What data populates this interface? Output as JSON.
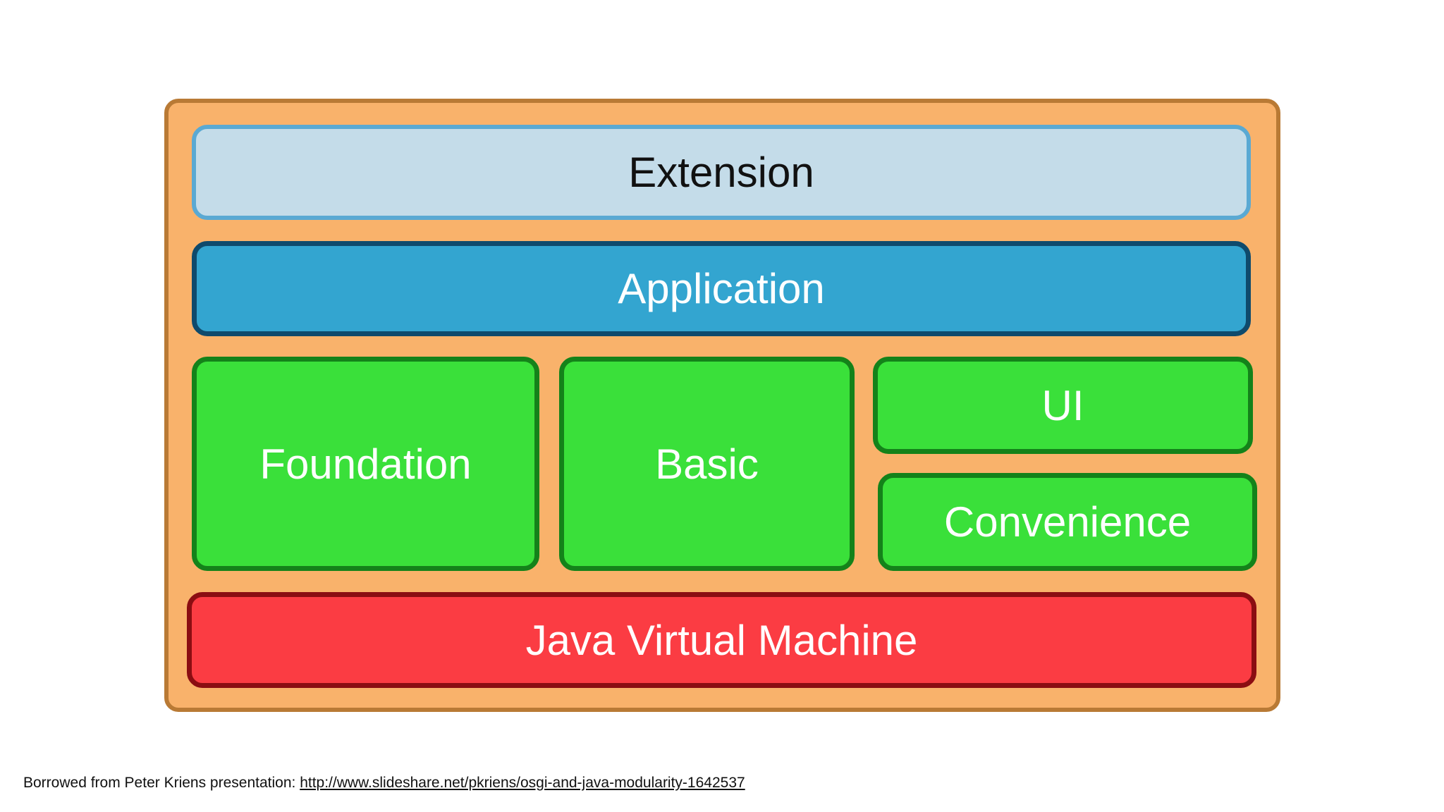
{
  "diagram": {
    "layers": {
      "extension": "Extension",
      "application": "Application",
      "foundation": "Foundation",
      "basic": "Basic",
      "ui": "UI",
      "convenience": "Convenience",
      "jvm": "Java Virtual Machine"
    },
    "colors": {
      "outer_fill": "#f9b26b",
      "outer_border": "#b97a35",
      "extension_fill": "#c4dce9",
      "extension_border": "#5aa9d3",
      "application_fill": "#33a5d0",
      "application_border": "#0f4a6c",
      "module_fill": "#3ae03a",
      "module_border": "#14821a",
      "jvm_fill": "#fb3c43",
      "jvm_border": "#8b0d12"
    }
  },
  "footer": {
    "credit_text": "Borrowed from Peter Kriens presentation: ",
    "link_text": "http://www.slideshare.net/pkriens/osgi-and-java-modularity-1642537"
  }
}
